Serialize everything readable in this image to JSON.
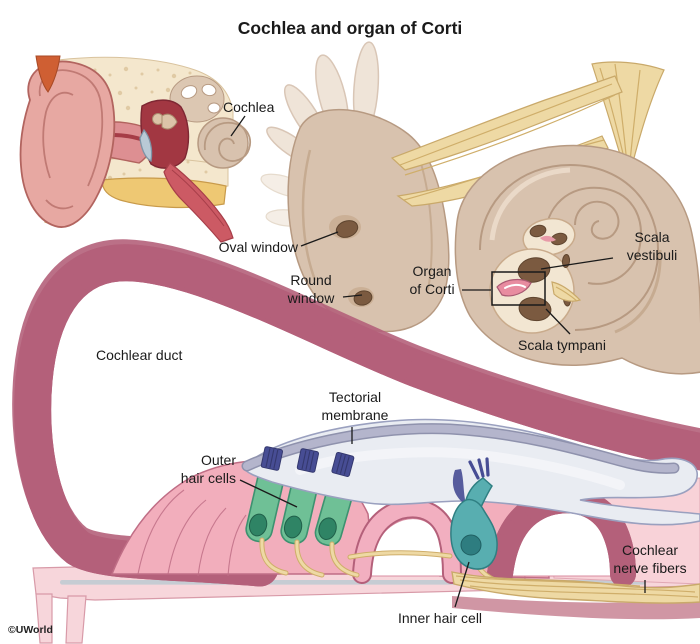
{
  "title": "Cochlea and organ of Corti",
  "credit": "©UWorld",
  "labels": {
    "cochlea": {
      "text": "Cochlea"
    },
    "oval_window": {
      "text": "Oval window"
    },
    "round_window": {
      "line1": "Round",
      "line2": "window"
    },
    "organ_of_corti": {
      "line1": "Organ",
      "line2": "of Corti"
    },
    "scala_vestibuli": {
      "line1": "Scala",
      "line2": "vestibuli"
    },
    "scala_tympani": {
      "text": "Scala tympani"
    },
    "cochlear_duct": {
      "text": "Cochlear duct"
    },
    "tectorial_membrane": {
      "line1": "Tectorial",
      "line2": "membrane"
    },
    "outer_hair_cells": {
      "line1": "Outer",
      "line2": "hair cells"
    },
    "inner_hair_cell": {
      "text": "Inner hair cell"
    },
    "cochlear_nerve_fibers": {
      "line1": "Cochlear",
      "line2": "nerve fibers"
    }
  },
  "colors": {
    "ink": "#1a1a1a",
    "pink_light": "#f9ccd7",
    "pink_mid": "#f2afc0",
    "pink_dark": "#b4607a",
    "pink_cell": "#f2aebc",
    "floor_pink": "#f7d6db",
    "chamber_pink": "#f8d2d8",
    "mauve": "#d096a4",
    "gray_line": "#c6ccd3",
    "green": "#6fc096",
    "green_dark": "#3d9270",
    "green_nucleus": "#2f8465",
    "teal": "#58aeb0",
    "teal_dark": "#2f7f82",
    "teal_nucleus": "#2e7d80",
    "indigo": "#474d94",
    "indigo_dark": "#34386e",
    "membrane_fill": "#e9ecf2",
    "membrane_edge": "#9aa0bf",
    "membrane_ribbon": "#b4b5cc",
    "yellow": "#eed9a4",
    "yellow_dark": "#c9a96a",
    "yellow_line": "#cfae6a",
    "beige": "#d8c2ae",
    "beige_dark": "#b79a82",
    "beige_hi": "#ecdccb",
    "cream": "#f2e6d2",
    "bone_brown": "#7b5a40",
    "ear_skin": "#e7a8a2",
    "ear_line": "#b2645f",
    "ear_orange": "#cf5f33",
    "ear_yellow": "#eec873",
    "ear_yellow_dark": "#c89a4a",
    "bone_cream": "#f4e7cd",
    "speck": "#dcc49c",
    "cavity_red": "#a23742",
    "drum_gray": "#b9c9d6",
    "tube_red": "#cc5a64"
  }
}
